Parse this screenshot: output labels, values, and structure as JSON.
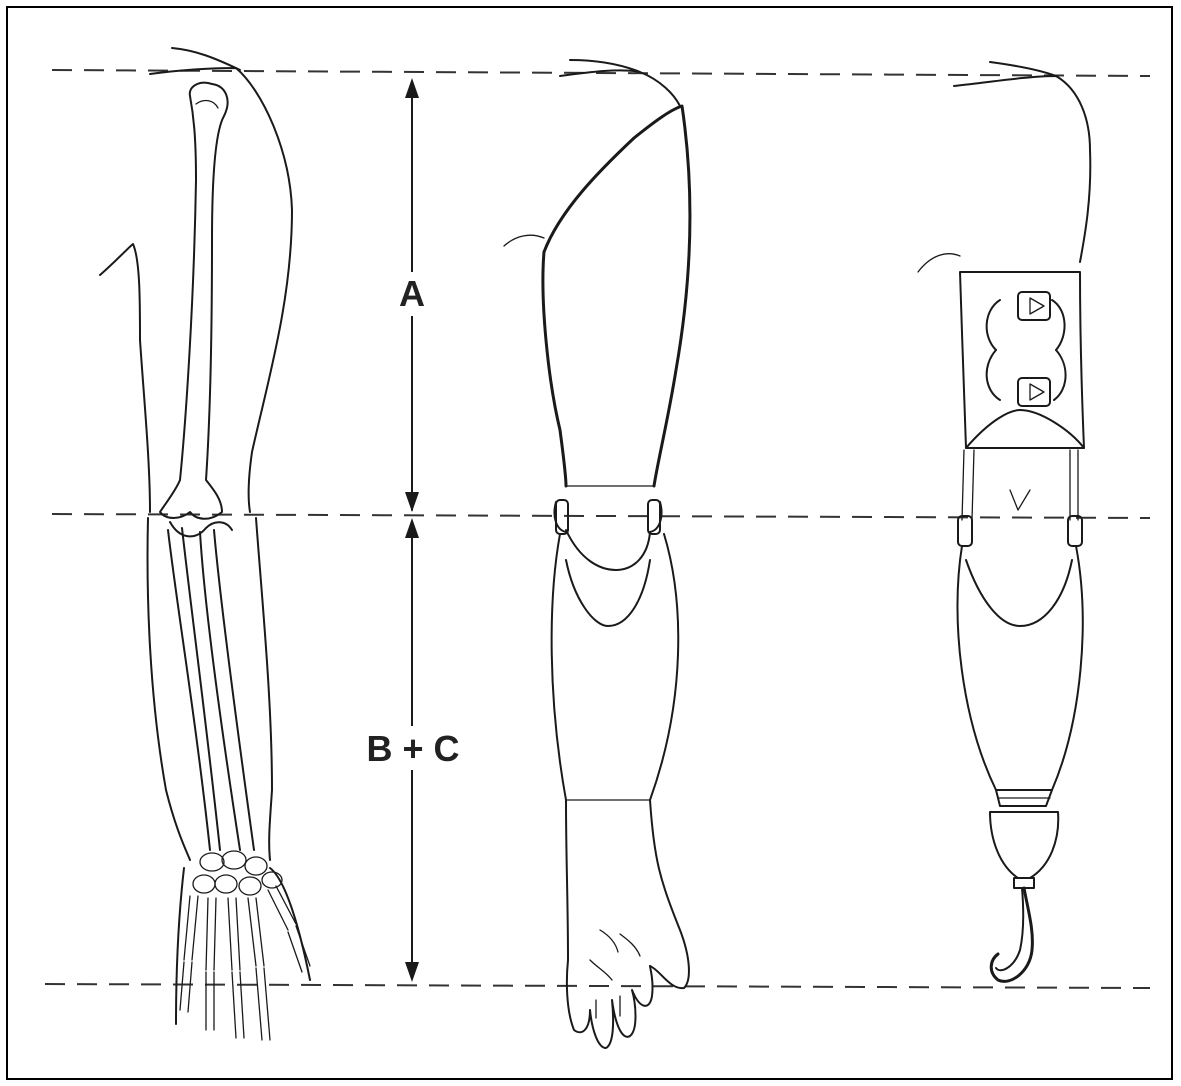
{
  "labels": {
    "upper_segment": "A",
    "lower_segment": "B + C"
  },
  "figures": [
    {
      "name": "arm-skeleton"
    },
    {
      "name": "arm-with-cosmetic-prosthesis"
    },
    {
      "name": "arm-with-hook-prosthesis"
    }
  ]
}
